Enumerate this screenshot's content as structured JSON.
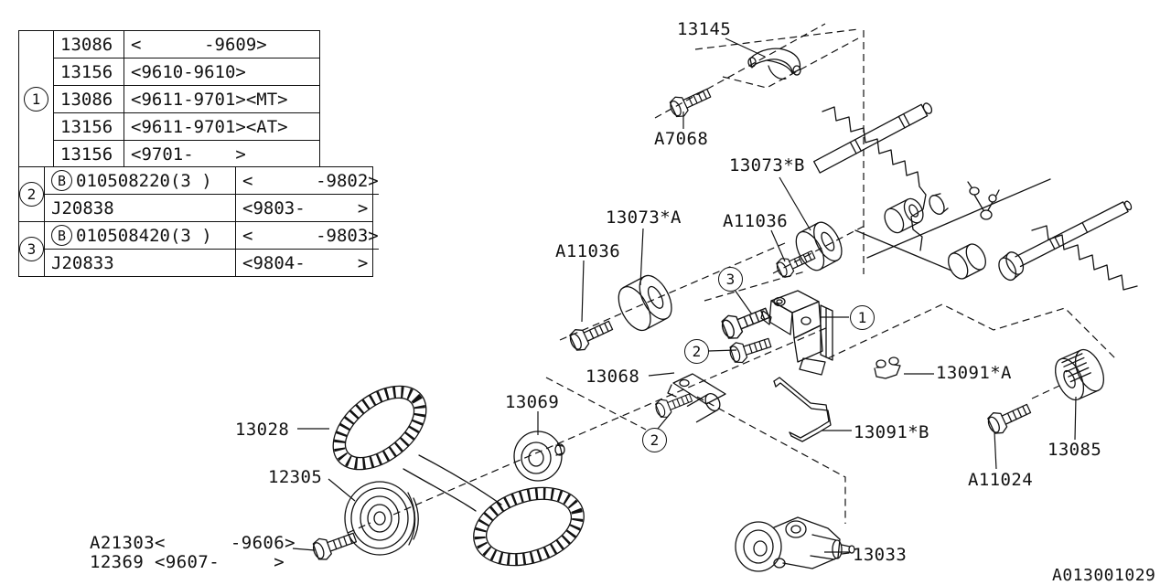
{
  "table": {
    "b_label": "B",
    "groups": [
      {
        "num": "1",
        "rows": [
          {
            "part": "13086",
            "range": "<      -9609>"
          },
          {
            "part": "13156",
            "range": "<9610-9610>"
          },
          {
            "part": "13086",
            "range": "<9611-9701><MT>"
          },
          {
            "part": "13156",
            "range": "<9611-9701><AT>"
          },
          {
            "part": "13156",
            "range": "<9701-    >"
          }
        ]
      },
      {
        "num": "2",
        "rows": [
          {
            "code": "010508220(3 )",
            "range": "<      -9802>"
          },
          {
            "code": "J20838",
            "range": "<9803-     >"
          }
        ]
      },
      {
        "num": "3",
        "rows": [
          {
            "code": "010508420(3 )",
            "range": "<      -9803>"
          },
          {
            "code": "J20833",
            "range": "<9804-     >"
          }
        ]
      }
    ]
  },
  "diagram": {
    "labels": {
      "l13145": "13145",
      "la7068": "A7068",
      "l13073b": "13073*B",
      "la11036r": "A11036",
      "l13073a": "13073*A",
      "la11036l": "A11036",
      "l13068": "13068",
      "l13069": "13069",
      "l13028": "13028",
      "l12305": "12305",
      "la21303": "A21303<      -9606>",
      "l12369": "12369 <9607-     >",
      "l13091a": "13091*A",
      "l13091b": "13091*B",
      "la11024": "A11024",
      "l13085": "13085",
      "l13033": "13033"
    },
    "callouts": {
      "one": "1",
      "two": "2",
      "three": "3"
    },
    "doc_id": "A013001029"
  }
}
